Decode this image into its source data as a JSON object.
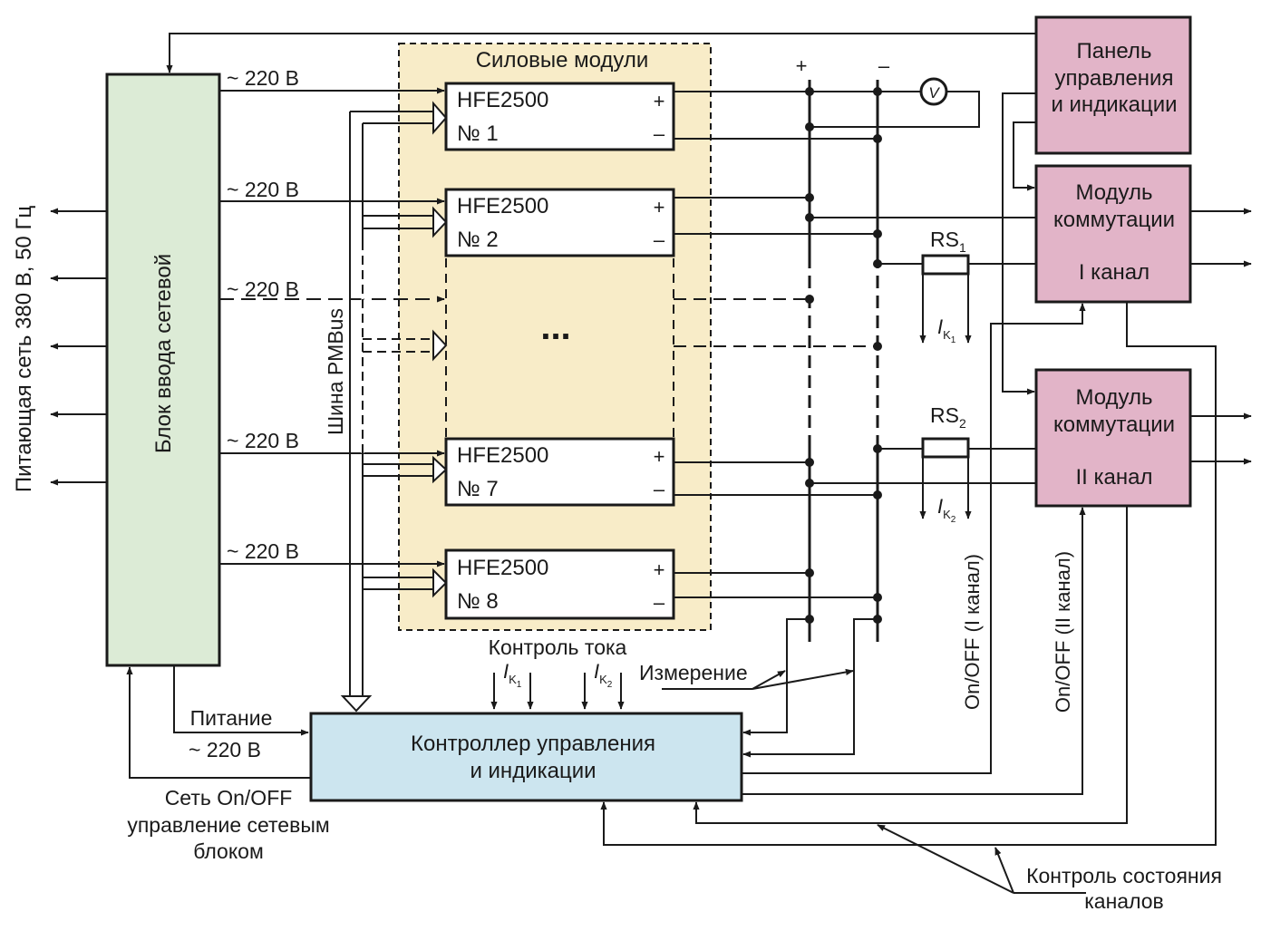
{
  "input_block": "Блок ввода сетевой",
  "mains_label": "Питающая сеть 380 В, 50 Гц",
  "power_modules_title": "Силовые модули",
  "voltage_220": "~ 220 В",
  "modules": [
    {
      "model": "HFE2500",
      "number": "№ 1",
      "plus": "+",
      "minus": "–"
    },
    {
      "model": "HFE2500",
      "number": "№ 2",
      "plus": "+",
      "minus": "–"
    },
    {
      "model": "HFE2500",
      "number": "№ 7",
      "plus": "+",
      "minus": "–"
    },
    {
      "model": "HFE2500",
      "number": "№ 8",
      "plus": "+",
      "minus": "–"
    }
  ],
  "ellipsis": "...",
  "pmbus_label": "Шина PMBus",
  "bus_plus": "+",
  "bus_minus": "–",
  "voltmeter": "V",
  "panel": {
    "line1": "Панель",
    "line2": "управления",
    "line3": "и индикации"
  },
  "switch1": {
    "line1": "Модуль",
    "line2": "коммутации",
    "line3": "I канал"
  },
  "switch2": {
    "line1": "Модуль",
    "line2": "коммутации",
    "line3": "II канал"
  },
  "rs1": {
    "base": "RS",
    "sub": "1"
  },
  "rs2": {
    "base": "RS",
    "sub": "2"
  },
  "ik_base": "I",
  "ik_k": "K",
  "ik1_sub": "1",
  "ik2_sub": "2",
  "controller": {
    "line1": "Контроллер управления",
    "line2": "и индикации"
  },
  "current_control": "Контроль тока",
  "measurement": "Измерение",
  "power_label": "Питание",
  "net_onoff": {
    "line1": "Сеть On/OFF",
    "line2": "управление сетевым",
    "line3": "блоком"
  },
  "onoff1": "On/OFF (I канал)",
  "onoff2": "On/OFF (II канал)",
  "channel_state": {
    "line1": "Контроль состояния",
    "line2": "каналов"
  },
  "colors": {
    "green_block": "#dcebd6",
    "yellow_area": "#f8ecc8",
    "pink_block": "#e2b4c8",
    "blue_block": "#cce5ef",
    "line": "#1a1a1a"
  }
}
